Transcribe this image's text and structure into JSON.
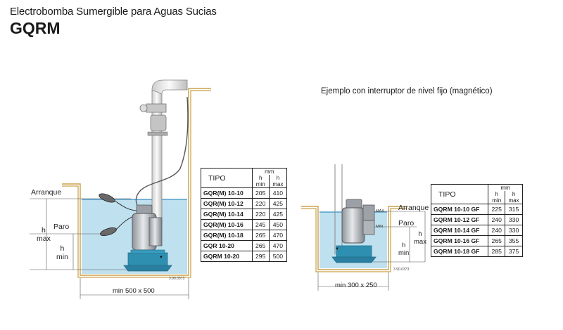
{
  "header": {
    "subtitle": "Electrobomba Sumergible para Aguas Sucias",
    "title": "GQRM"
  },
  "left_diagram": {
    "labels": {
      "arranque": "Arranque",
      "paro": "Paro",
      "h_max_1": "h",
      "h_max_2": "max",
      "h_min_1": "h",
      "h_min_2": "min",
      "dimension": "min 500 x 500",
      "ref_code": "3.90.0373"
    }
  },
  "left_table": {
    "header_tipo": "TIPO",
    "header_mm": "mm",
    "header_hmin_1": "h",
    "header_hmin_2": "min",
    "header_hmax_1": "h",
    "header_hmax_2": "max",
    "rows": [
      {
        "model": "GQR(M) 10-10",
        "hmin": "205",
        "hmax": "410"
      },
      {
        "model": "GQR(M) 10-12",
        "hmin": "220",
        "hmax": "425"
      },
      {
        "model": "GQR(M) 10-14",
        "hmin": "220",
        "hmax": "425"
      },
      {
        "model": "GQR(M) 10-16",
        "hmin": "245",
        "hmax": "450"
      },
      {
        "model": "GQR(M) 10-18",
        "hmin": "265",
        "hmax": "470"
      },
      {
        "model": "GQR      10-20",
        "hmin": "265",
        "hmax": "470"
      },
      {
        "model": "GQRM   10-20",
        "hmin": "295",
        "hmax": "500"
      }
    ]
  },
  "right_diagram": {
    "caption": "Ejemplo con interruptor de nivel fijo (magnético)",
    "labels": {
      "arranque": "Arranque",
      "paro": "Paro",
      "max_tag": "MAX",
      "min_tag": "MIN",
      "h_max_1": "h",
      "h_max_2": "max",
      "h_min_1": "h",
      "h_min_2": "min",
      "dimension": "min 300 x 250",
      "ref_code": "3.90.0373"
    }
  },
  "right_table": {
    "header_tipo": "TIPO",
    "header_mm": "mm",
    "header_hmin_1": "h",
    "header_hmin_2": "min",
    "header_hmax_1": "h",
    "header_hmax_2": "max",
    "rows": [
      {
        "model": "GQRM 10-10 GF",
        "hmin": "225",
        "hmax": "315"
      },
      {
        "model": "GQRM 10-12 GF",
        "hmin": "240",
        "hmax": "330"
      },
      {
        "model": "GQRM 10-14 GF",
        "hmin": "240",
        "hmax": "330"
      },
      {
        "model": "GQRM 10-16 GF",
        "hmin": "265",
        "hmax": "355"
      },
      {
        "model": "GQRM 10-18 GF",
        "hmin": "285",
        "hmax": "375"
      }
    ]
  },
  "colors": {
    "water": "#bfe0ef",
    "water_surface": "#3b8fc0",
    "pump_base": "#2f8fb0",
    "pump_body": "#b9bec3",
    "wall": "#c9a04a",
    "pipe": "#e9e9e9"
  }
}
